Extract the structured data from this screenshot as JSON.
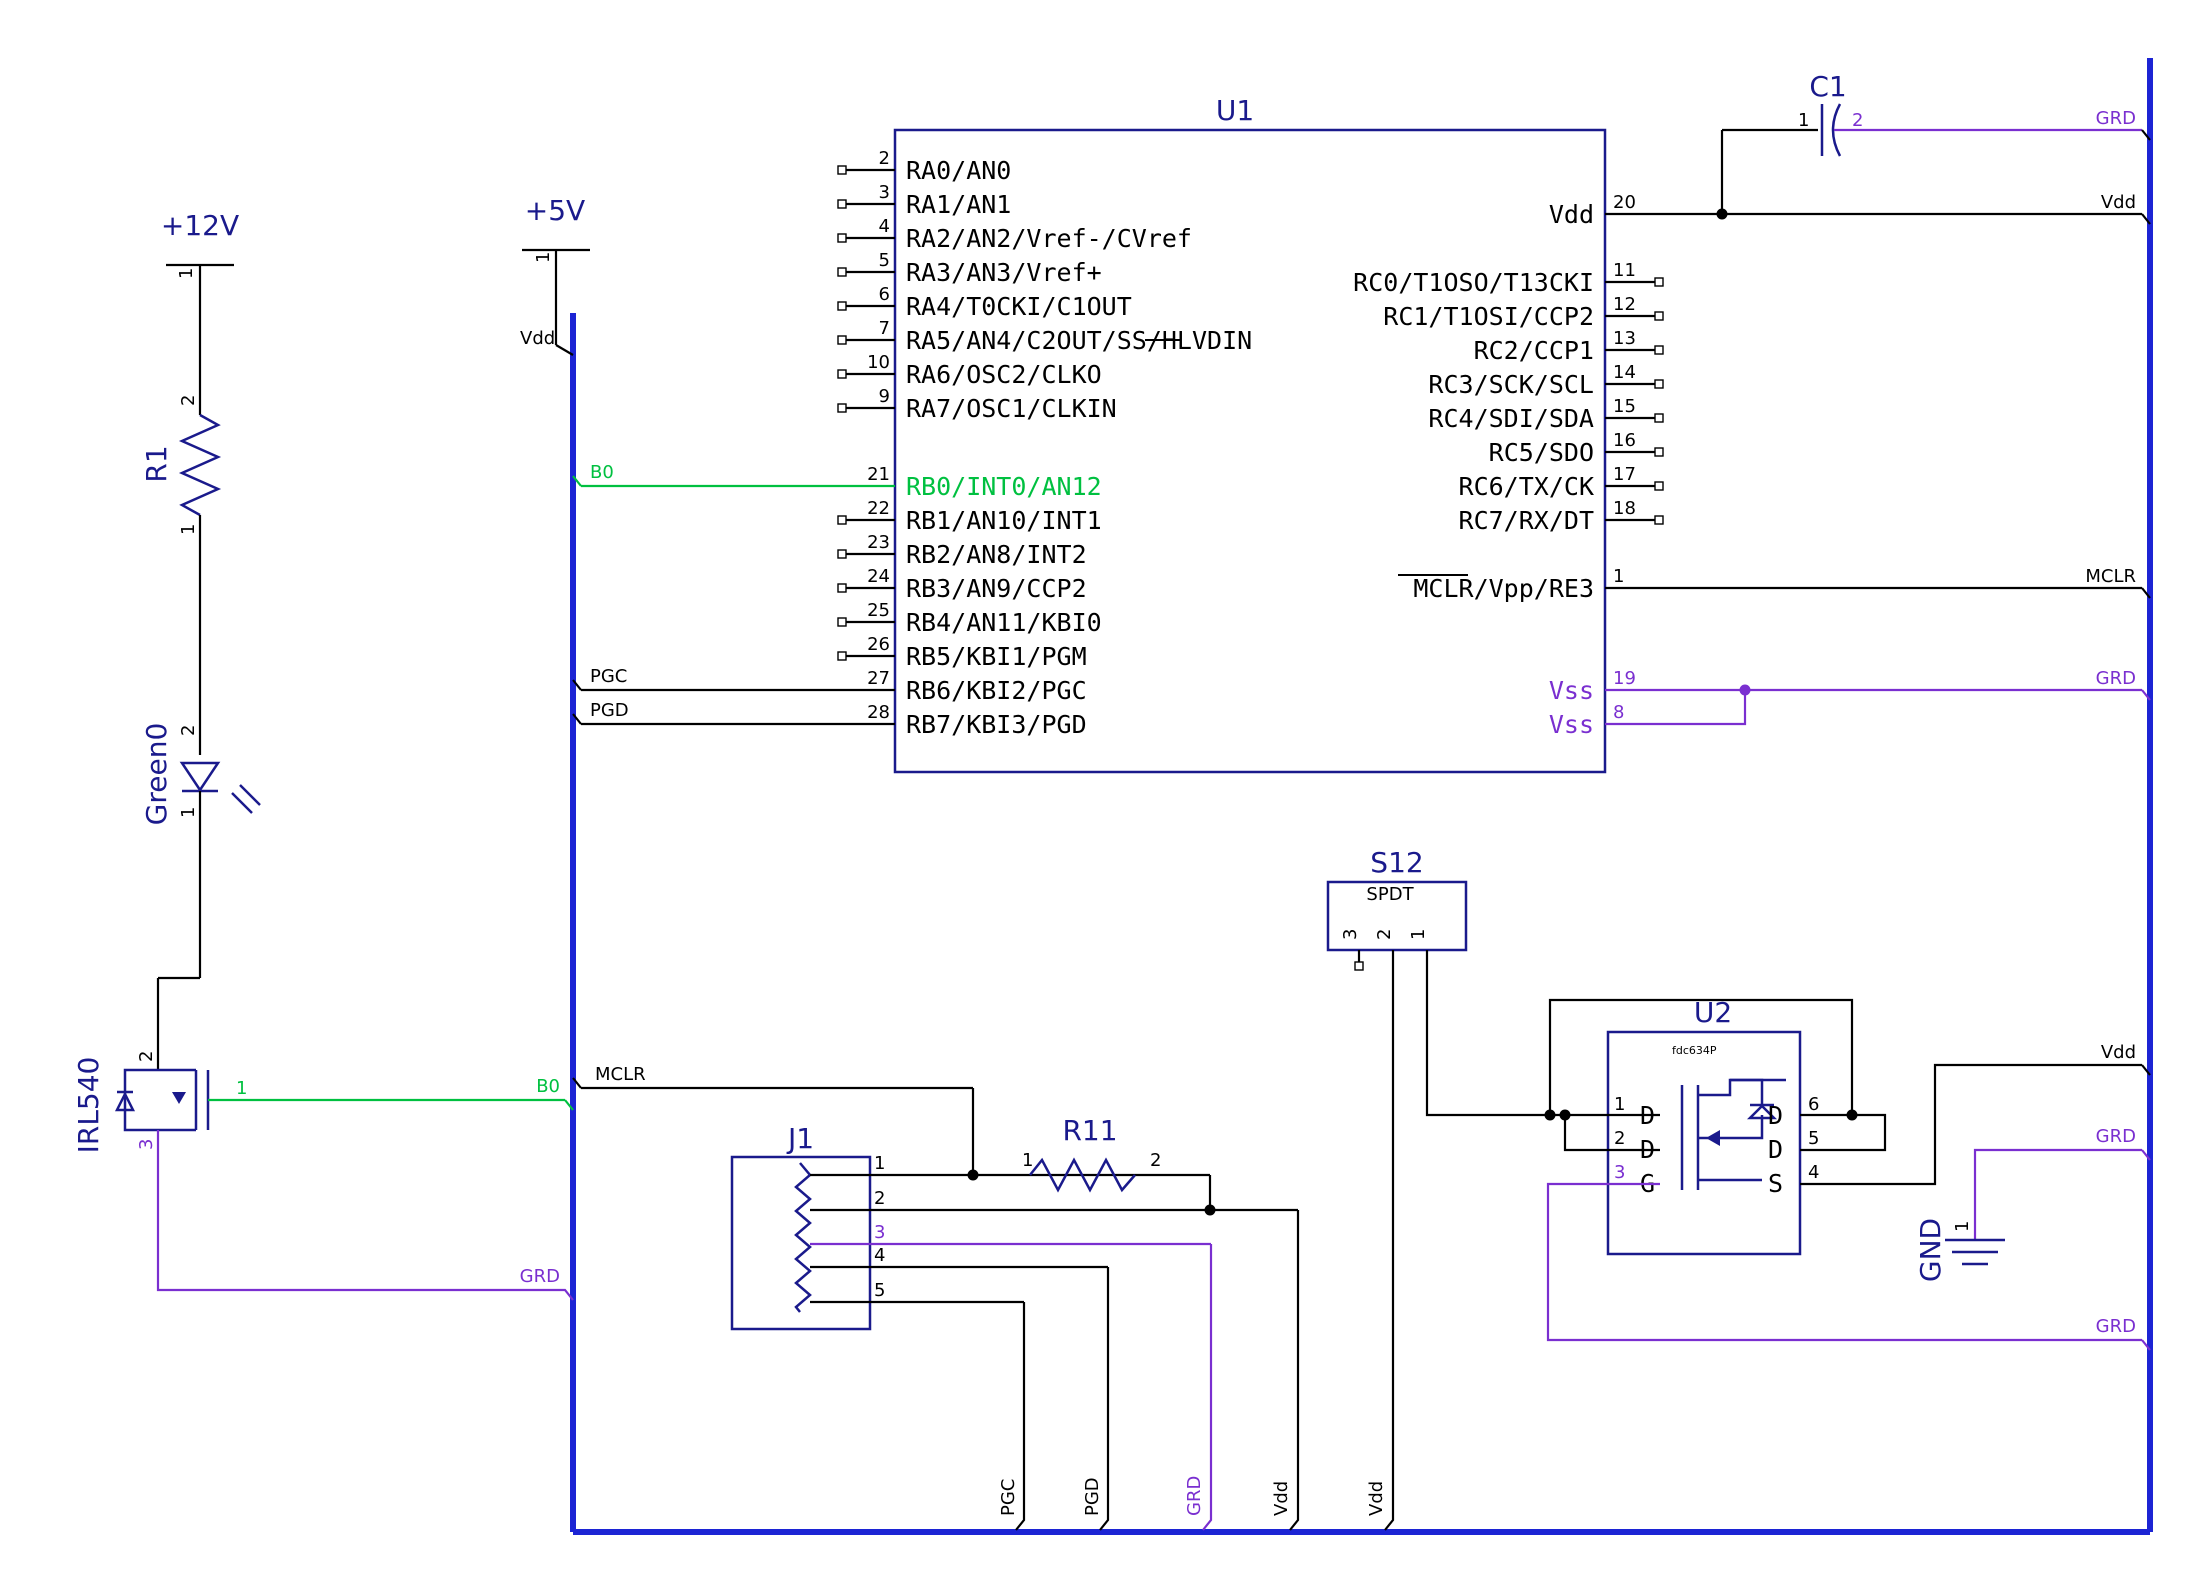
{
  "colors": {
    "wire": "#000000",
    "bus": "#1c24d4",
    "part_body": "#1a1a8c",
    "net_b0": "#00c040",
    "net_grd": "#7a2fd0"
  },
  "u1": {
    "ref": "U1",
    "left": [
      {
        "num": "2",
        "label": "RA0/AN0"
      },
      {
        "num": "3",
        "label": "RA1/AN1"
      },
      {
        "num": "4",
        "label": "RA2/AN2/Vref-/CVref"
      },
      {
        "num": "5",
        "label": "RA3/AN3/Vref+"
      },
      {
        "num": "6",
        "label": "RA4/T0CKI/C1OUT"
      },
      {
        "num": "7",
        "label": "RA5/AN4/C2OUT/SS/HLVDIN"
      },
      {
        "num": "10",
        "label": "RA6/OSC2/CLKO"
      },
      {
        "num": "9",
        "label": "RA7/OSC1/CLKIN"
      },
      {
        "num": "21",
        "label": "RB0/INT0/AN12"
      },
      {
        "num": "22",
        "label": "RB1/AN10/INT1"
      },
      {
        "num": "23",
        "label": "RB2/AN8/INT2"
      },
      {
        "num": "24",
        "label": "RB3/AN9/CCP2"
      },
      {
        "num": "25",
        "label": "RB4/AN11/KBI0"
      },
      {
        "num": "26",
        "label": "RB5/KBI1/PGM"
      },
      {
        "num": "27",
        "label": "RB6/KBI2/PGC"
      },
      {
        "num": "28",
        "label": "RB7/KBI3/PGD"
      }
    ],
    "right": [
      {
        "num": "20",
        "label": "Vdd"
      },
      {
        "num": "11",
        "label": "RC0/T1OSO/T13CKI"
      },
      {
        "num": "12",
        "label": "RC1/T1OSI/CCP2"
      },
      {
        "num": "13",
        "label": "RC2/CCP1"
      },
      {
        "num": "14",
        "label": "RC3/SCK/SCL"
      },
      {
        "num": "15",
        "label": "RC4/SDI/SDA"
      },
      {
        "num": "16",
        "label": "RC5/SDO"
      },
      {
        "num": "17",
        "label": "RC6/TX/CK"
      },
      {
        "num": "18",
        "label": "RC7/RX/DT"
      },
      {
        "num": "1",
        "label": "MCLR/Vpp/RE3"
      },
      {
        "num": "19",
        "label": "Vss"
      },
      {
        "num": "8",
        "label": "Vss"
      }
    ]
  },
  "c1": {
    "ref": "C1",
    "pin1": "1",
    "pin2": "2"
  },
  "power": {
    "v12": "+12V",
    "v5": "+5V",
    "pin": "1"
  },
  "r1": {
    "ref": "R1",
    "pin1": "1",
    "pin2": "2"
  },
  "led": {
    "ref": "Green0",
    "pin1": "1",
    "pin2": "2"
  },
  "q1": {
    "ref": "IRL540",
    "pin1": "1",
    "pin2": "2",
    "pin3": "3"
  },
  "j1": {
    "ref": "J1",
    "pins": [
      "1",
      "2",
      "3",
      "4",
      "5"
    ]
  },
  "r11": {
    "ref": "R11",
    "pin1": "1",
    "pin2": "2"
  },
  "s12": {
    "ref": "S12",
    "value": "SPDT",
    "pins": [
      "3",
      "2",
      "1"
    ]
  },
  "u2": {
    "ref": "U2",
    "value": "fdc634P",
    "left_pins": [
      {
        "num": "1",
        "label": "D"
      },
      {
        "num": "2",
        "label": "D"
      },
      {
        "num": "3",
        "label": "G"
      }
    ],
    "right_pins": [
      {
        "num": "6",
        "label": "D"
      },
      {
        "num": "5",
        "label": "D"
      },
      {
        "num": "4",
        "label": "S"
      }
    ]
  },
  "gnd": {
    "ref": "GND",
    "pin": "1"
  },
  "nets": {
    "vdd": "Vdd",
    "grd": "GRD",
    "b0": "B0",
    "pgc": "PGC",
    "pgd": "PGD",
    "mclr": "MCLR"
  }
}
